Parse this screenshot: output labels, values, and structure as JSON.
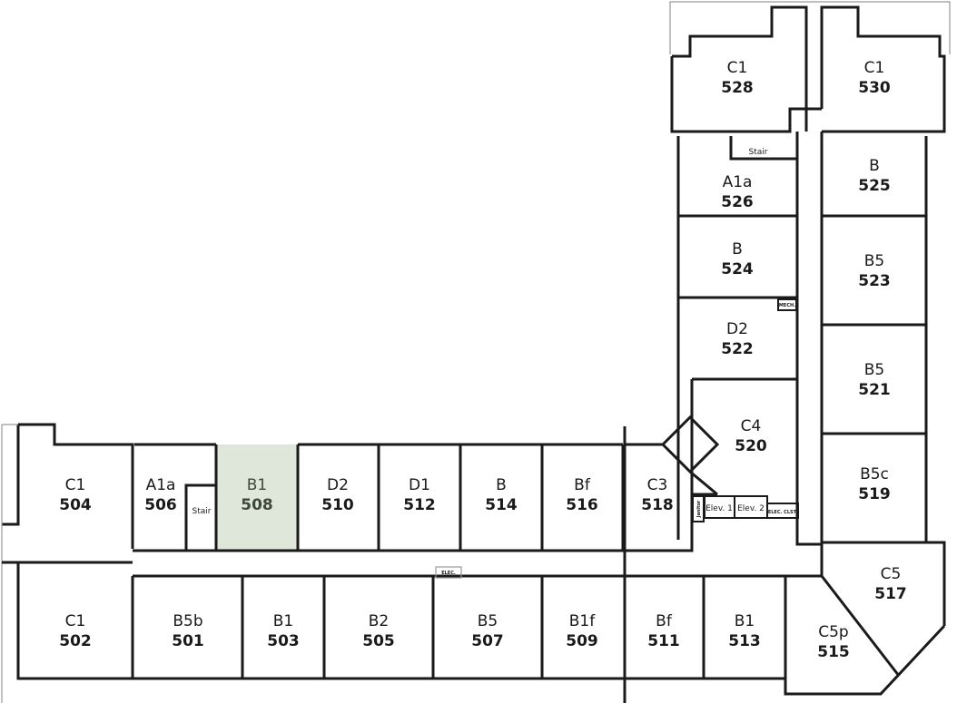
{
  "highlight_color": "#dfe6da",
  "rooms": [
    {
      "type": "C1",
      "number": "528"
    },
    {
      "type": "C1",
      "number": "530"
    },
    {
      "type": "A1a",
      "number": "526"
    },
    {
      "type": "B",
      "number": "525"
    },
    {
      "type": "B",
      "number": "524"
    },
    {
      "type": "B5",
      "number": "523"
    },
    {
      "type": "D2",
      "number": "522"
    },
    {
      "type": "B5",
      "number": "521"
    },
    {
      "type": "C4",
      "number": "520"
    },
    {
      "type": "B5c",
      "number": "519"
    },
    {
      "type": "C5",
      "number": "517"
    },
    {
      "type": "C5p",
      "number": "515"
    },
    {
      "type": "C1",
      "number": "504"
    },
    {
      "type": "A1a",
      "number": "506"
    },
    {
      "type": "B1",
      "number": "508",
      "highlighted": true
    },
    {
      "type": "D2",
      "number": "510"
    },
    {
      "type": "D1",
      "number": "512"
    },
    {
      "type": "B",
      "number": "514"
    },
    {
      "type": "Bf",
      "number": "516"
    },
    {
      "type": "C3",
      "number": "518"
    },
    {
      "type": "C1",
      "number": "502"
    },
    {
      "type": "B5b",
      "number": "501"
    },
    {
      "type": "B1",
      "number": "503"
    },
    {
      "type": "B2",
      "number": "505"
    },
    {
      "type": "B5",
      "number": "507"
    },
    {
      "type": "B1f",
      "number": "509"
    },
    {
      "type": "Bf",
      "number": "511"
    },
    {
      "type": "B1",
      "number": "513"
    }
  ],
  "utility": {
    "stair_top": "Stair",
    "stair_bottom": "Stair",
    "elev1": "Elev. 1",
    "elev2": "Elev. 2",
    "janitor": "Janitor",
    "elec_closet": "ELEC. CLST.",
    "mech": "MECH.",
    "elec": "ELEC."
  }
}
